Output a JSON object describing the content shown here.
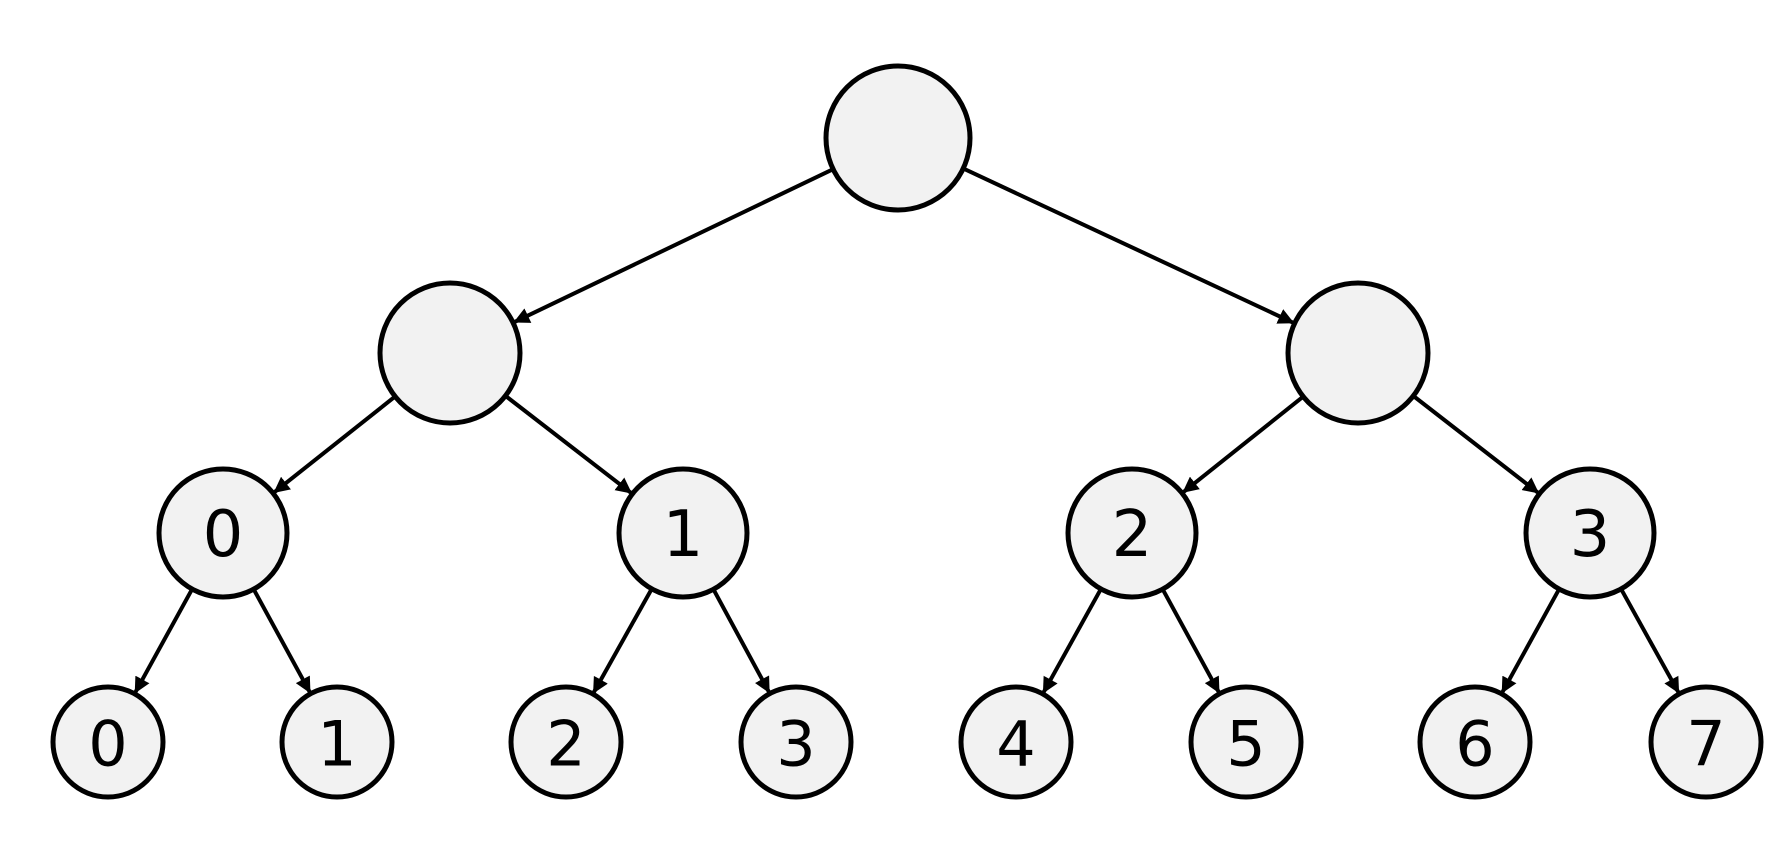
{
  "tree": {
    "levels": [
      {
        "depth": 0,
        "nodes": [
          {
            "label": ""
          }
        ]
      },
      {
        "depth": 1,
        "nodes": [
          {
            "label": ""
          },
          {
            "label": ""
          }
        ]
      },
      {
        "depth": 2,
        "nodes": [
          {
            "label": "0"
          },
          {
            "label": "1"
          },
          {
            "label": "2"
          },
          {
            "label": "3"
          }
        ]
      },
      {
        "depth": 3,
        "nodes": [
          {
            "label": "0"
          },
          {
            "label": "1"
          },
          {
            "label": "2"
          },
          {
            "label": "3"
          },
          {
            "label": "4"
          },
          {
            "label": "5"
          },
          {
            "label": "6"
          },
          {
            "label": "7"
          }
        ]
      }
    ],
    "colors": {
      "node_fill": "#f2f2f2",
      "stroke": "#000000"
    }
  }
}
